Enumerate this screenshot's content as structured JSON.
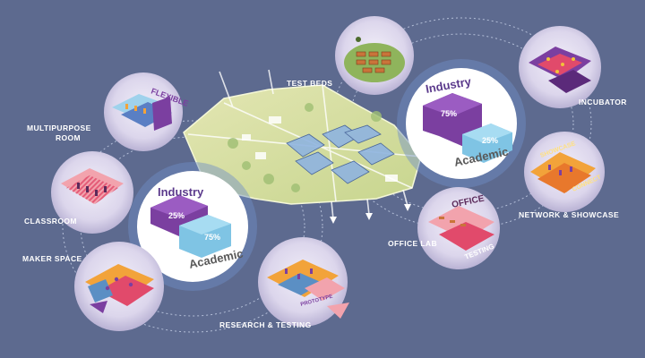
{
  "labels": {
    "test_beds": "TEST BEDS",
    "incubator": "INCUBATOR",
    "multipurpose_line1": "MULTIPURPOSE",
    "multipurpose_line2": "ROOM",
    "network_showcase": "NETWORK & SHOWCASE",
    "classroom": "CLASSROOM",
    "office_lab": "OFFICE LAB",
    "maker_space": "MAKER SPACE",
    "research_testing": "RESEARCH & TESTING"
  },
  "split_left": {
    "industry_label": "Industry",
    "industry_pct": "25%",
    "academic_label": "Academic",
    "academic_pct": "75%"
  },
  "split_right": {
    "industry_label": "Industry",
    "industry_pct": "75%",
    "academic_label": "Academic",
    "academic_pct": "25%"
  },
  "vignette_text": {
    "flexible": "FLEXIBLE",
    "office": "OFFICE",
    "testing": "TESTING",
    "connect": "CONNECT",
    "showcase": "SHOWCASE",
    "prototype": "PROTOTYPE"
  },
  "colors": {
    "background": "#5d6a8f",
    "industry": "#7b3fa0",
    "academic": "#7fc4e4",
    "campus": "#d4dc9c",
    "ring": "#c9d3ea"
  }
}
